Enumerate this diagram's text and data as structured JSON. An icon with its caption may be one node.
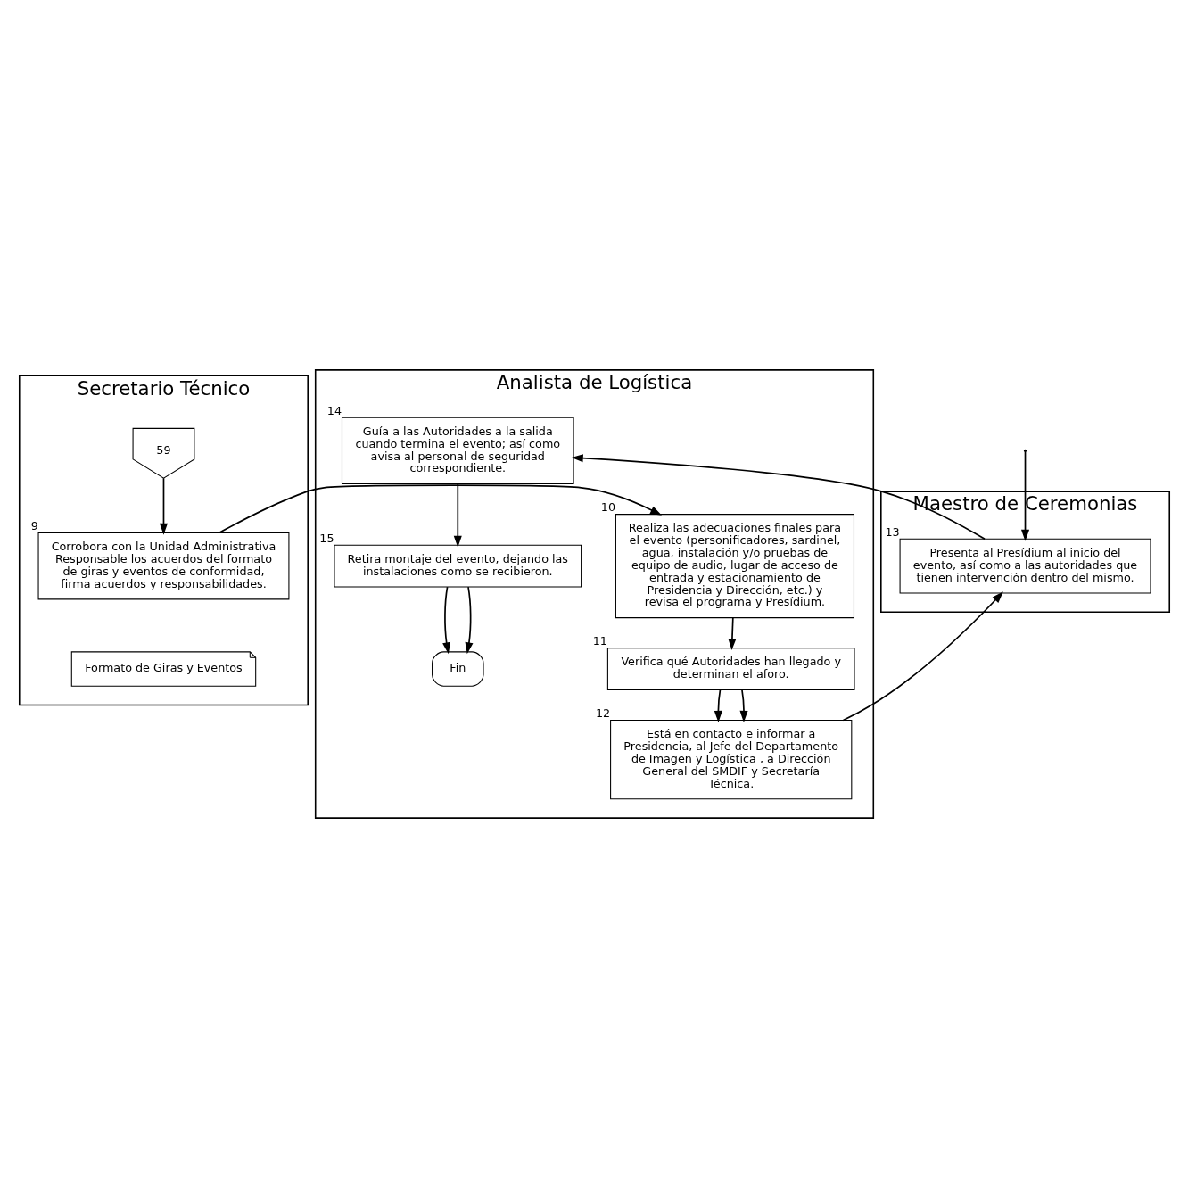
{
  "diagram": {
    "nodes": [
      {
        "text": [
          "Secretario Técnico"
        ]
      },
      {
        "text": [
          "Analista de Logística"
        ]
      },
      {
        "text": [
          "Maestro de Ceremonias"
        ]
      },
      {
        "text": [
          "59"
        ],
        "in": 0
      },
      {
        "text": [
          "Corrobora con la Unidad Administrativa Responsable los acuerdos del formato de giras y eventos de conformidad, firma acuerdos y responsabilidades."
        ],
        "in": 0,
        "beside": [
          "9"
        ]
      },
      {
        "text": [
          "Formato de Giras y Eventos"
        ],
        "in": 0
      },
      {
        "text": [
          "Realiza las adecuaciones finales para el evento (personificadores, sardinel, agua, instalación y/o pruebas de equipo de audio, lugar de acceso de entrada y estacionamiento de Presidencia y Dirección, etc.) y revisa el programa y Presídium."
        ],
        "in": 1,
        "beside": [
          "10"
        ]
      },
      {
        "text": [
          "Verifica qué Autoridades han llegado y determinan el aforo."
        ],
        "in": 1,
        "beside": [
          "11"
        ]
      },
      {
        "text": [
          "Está en contacto e informar a Presidencia, al Jefe del Departamento de Imagen y Logística , a Dirección General del SMDIF y Secretaría Técnica."
        ],
        "in": 1,
        "beside": [
          "12"
        ]
      },
      {
        "text": [
          "Guía a las Autoridades a la salida cuando termina el evento; así como avisa al personal de seguridad correspondiente."
        ],
        "in": 1,
        "beside": [
          "14"
        ]
      },
      {
        "text": [
          "Retira montaje del evento, dejando las instalaciones como se recibieron."
        ],
        "in": 1,
        "beside": [
          "15"
        ]
      },
      {
        "text": [
          "Fin"
        ],
        "in": 1
      },
      {
        "text": [
          "Presenta al Presídium al inicio del evento, así como a las autoridades que tienen intervención dentro del mismo."
        ],
        "in": 2,
        "beside": [
          "13"
        ]
      }
    ],
    "edges": [
      {
        "from": 3,
        "to": 4,
        "arrow": "to"
      },
      {
        "from": 4,
        "to": 6,
        "arrow": "to"
      },
      {
        "from": 6,
        "to": 7,
        "arrow": "to"
      },
      {
        "from": 7,
        "to": 8,
        "arrow": "to"
      },
      {
        "from": 7,
        "to": 8,
        "arrow": "to"
      },
      {
        "from": 8,
        "to": 12,
        "arrow": "to"
      },
      {
        "from": null,
        "to": 12,
        "arrow": "to"
      },
      {
        "from": 12,
        "to": 9,
        "arrow": "to"
      },
      {
        "from": 9,
        "to": 10,
        "arrow": "to"
      },
      {
        "from": 10,
        "to": 11,
        "arrow": "to"
      },
      {
        "from": 10,
        "to": 11,
        "arrow": "to"
      }
    ]
  }
}
